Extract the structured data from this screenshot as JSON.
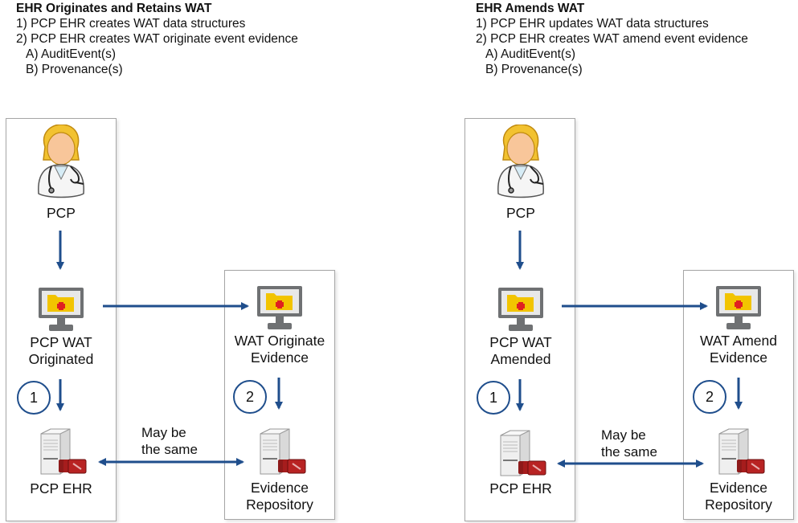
{
  "colors": {
    "arrow": "#1f4e8c",
    "box_border": "#a6a6a6",
    "folder": "#f2c400",
    "cross": "#e02020",
    "monitor": "#6f7173"
  },
  "panels": [
    {
      "heading": "EHR Originates and Retains WAT",
      "steps": [
        "1) PCP EHR creates WAT data structures",
        "2) PCP EHR creates WAT originate event evidence"
      ],
      "substeps": [
        "A) AuditEvent(s)",
        "B) Provenance(s)"
      ],
      "actor_label": "PCP",
      "wat_label_1": "PCP WAT",
      "wat_label_2": "Originated",
      "ehr_label": "PCP EHR",
      "evidence_label_1": "WAT Originate",
      "evidence_label_2": "Evidence",
      "repo_label_1": "Evidence",
      "repo_label_2": "Repository",
      "badge_1": "1",
      "badge_2": "2",
      "note_1": "May be",
      "note_2": "the same",
      "icons": {
        "actor": "doctor-icon",
        "wat": "monitor-folder-icon",
        "ehr": "server-records-icon"
      }
    },
    {
      "heading": "EHR Amends WAT",
      "steps": [
        "1) PCP EHR updates WAT data structures",
        "2) PCP EHR creates WAT amend event evidence"
      ],
      "substeps": [
        "A) AuditEvent(s)",
        "B) Provenance(s)"
      ],
      "actor_label": "PCP",
      "wat_label_1": "PCP WAT",
      "wat_label_2": "Amended",
      "ehr_label": "PCP EHR",
      "evidence_label_1": "WAT Amend",
      "evidence_label_2": "Evidence",
      "repo_label_1": "Evidence",
      "repo_label_2": "Repository",
      "badge_1": "1",
      "badge_2": "2",
      "note_1": "May be",
      "note_2": "the same",
      "icons": {
        "actor": "doctor-icon",
        "wat": "monitor-folder-icon",
        "ehr": "server-records-icon"
      }
    }
  ]
}
